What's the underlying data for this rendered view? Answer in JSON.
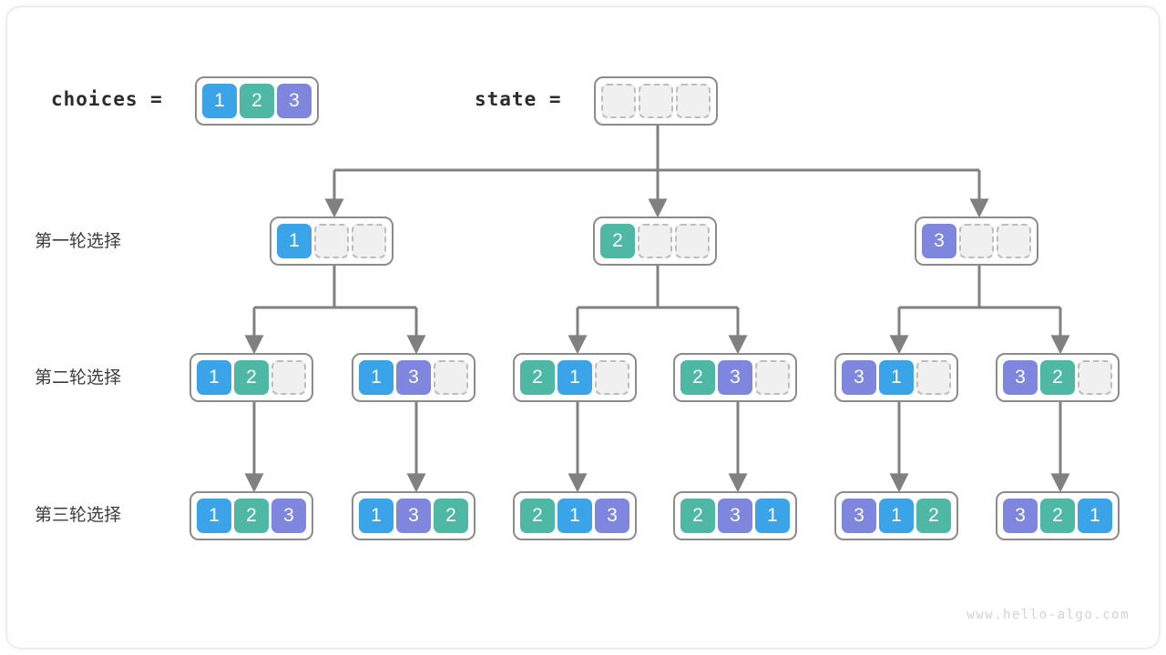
{
  "header": {
    "choices_label": "choices  =",
    "state_label": "state  =",
    "choices_values": [
      "1",
      "2",
      "3"
    ],
    "state_values": [
      "",
      "",
      ""
    ]
  },
  "rows": [
    {
      "label": "第一轮选择"
    },
    {
      "label": "第二轮选择"
    },
    {
      "label": "第三轮选择"
    }
  ],
  "round1": [
    {
      "cells": [
        "1",
        "",
        ""
      ]
    },
    {
      "cells": [
        "2",
        "",
        ""
      ]
    },
    {
      "cells": [
        "3",
        "",
        ""
      ]
    }
  ],
  "round2": [
    {
      "cells": [
        "1",
        "2",
        ""
      ]
    },
    {
      "cells": [
        "1",
        "3",
        ""
      ]
    },
    {
      "cells": [
        "2",
        "1",
        ""
      ]
    },
    {
      "cells": [
        "2",
        "3",
        ""
      ]
    },
    {
      "cells": [
        "3",
        "1",
        ""
      ]
    },
    {
      "cells": [
        "3",
        "2",
        ""
      ]
    }
  ],
  "round3": [
    {
      "cells": [
        "1",
        "2",
        "3"
      ]
    },
    {
      "cells": [
        "1",
        "3",
        "2"
      ]
    },
    {
      "cells": [
        "2",
        "1",
        "3"
      ]
    },
    {
      "cells": [
        "2",
        "3",
        "1"
      ]
    },
    {
      "cells": [
        "3",
        "1",
        "2"
      ]
    },
    {
      "cells": [
        "3",
        "2",
        "1"
      ]
    }
  ],
  "colors": {
    "value_1": "#3BA3E8",
    "value_2": "#4EB8A4",
    "value_3": "#7E86DD",
    "empty_fill": "#F0F0F0",
    "empty_border": "#BDBDBD",
    "array_border": "#8C8C8C",
    "wire": "#808080",
    "text": "#3C3C3C"
  },
  "watermark": "www.hello-algo.com"
}
